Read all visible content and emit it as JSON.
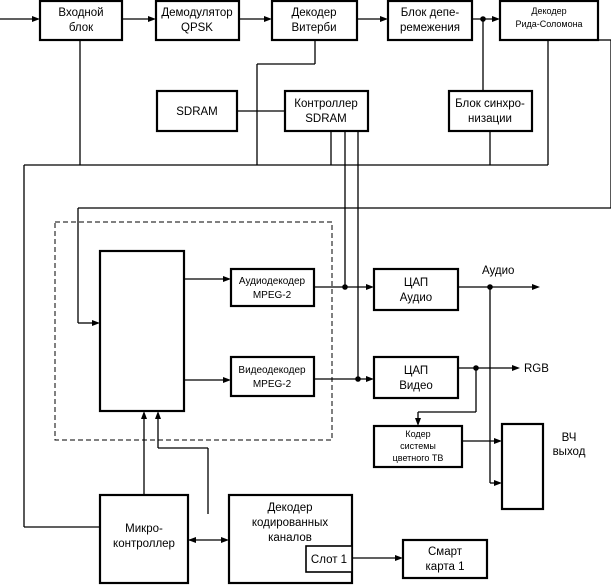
{
  "blocks": {
    "input_block": [
      "Входной",
      "блок"
    ],
    "qpsk_demod": [
      "Демодулятор",
      "QPSK"
    ],
    "viterbi": [
      "Декодер",
      "Витерби"
    ],
    "deinterleaver": [
      "Блок депе-",
      "ремежения"
    ],
    "reed_solomon": [
      "Декодер",
      "Рида-Соломона"
    ],
    "sdram": [
      "SDRAM"
    ],
    "sdram_ctrl": [
      "Контроллер",
      "SDRAM"
    ],
    "sync_block": [
      "Блок синхро-",
      "низации"
    ],
    "audio_decoder": [
      "Аудиодекодер",
      "MPEG-2"
    ],
    "video_decoder": [
      "Видеодекодер",
      "MPEG-2"
    ],
    "dac_audio": [
      "ЦАП",
      "Аудио"
    ],
    "dac_video": [
      "ЦАП",
      "Видео"
    ],
    "color_tv_coder": [
      "Кодер",
      "системы",
      "цветного ТВ"
    ],
    "microcontroller": [
      "Микро-",
      "контроллер"
    ],
    "channel_decoder": [
      "Декодер",
      "кодированных",
      "каналов"
    ],
    "slot": [
      "Слот 1"
    ],
    "smart_card": [
      "Смарт",
      "карта 1"
    ]
  },
  "outputs": {
    "audio": "Аудио",
    "rgb": "RGB",
    "rf": [
      "ВЧ",
      "выход"
    ]
  }
}
